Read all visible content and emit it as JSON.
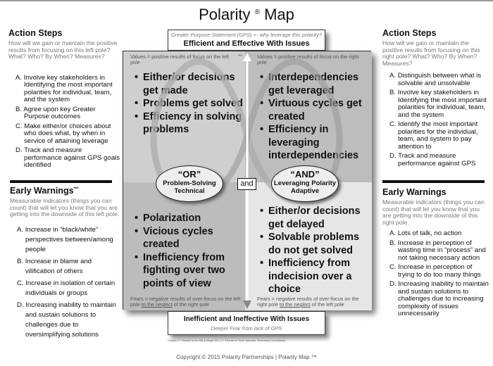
{
  "title": {
    "text": "Polarity",
    "reg": "®",
    "suffix": "Map"
  },
  "left": {
    "action": {
      "heading": "Action Steps",
      "sub": "How will we gain or maintain the positive results from focusing on this left pole? What? Who? By When? Measures?",
      "items": [
        "A. Involve key stakeholders in Identifying  the most important polarities for individual, team, and the system",
        "B. Agree upon key Greater Purpose outcomes",
        "C. Make either/or choices about who does what, by when in service of attaining leverage",
        "D. Track and measure performance against GPS goals identified"
      ]
    },
    "warnings": {
      "heading": "Early Warnings",
      "mark": "***",
      "sub": "Measurable indicators (things you can count) that will let you know that you are getting into the downside of this left pole.",
      "items": [
        "A. Increase in “black/white” perspectives between/among people",
        "B. Increase in blame and vilification of others",
        "C. Increase in isolation of certain individuals or groups",
        "D. Increasing inability to maintain and sustain solutions to challenges due to oversimplifying solutions"
      ]
    }
  },
  "right": {
    "action": {
      "heading": "Action Steps",
      "sub": "How will we gain or maintain the positive results from focusing on this right pole? What? Who? By When? Measures?",
      "items": [
        "A. Distinguish between what is solvable and unsolvable",
        "B. Involve key stakeholders in Identifying  the most important polarities for individual, team, and the system",
        "C. Identify the most important polarities for the individual, team, and system to pay attention to",
        "D. Track and measure performance against GPS"
      ]
    },
    "warnings": {
      "heading": "Early Warnings",
      "sub": "Measurable indicators (things you can count) that will let you know that you are getting into the downside of this right pole.",
      "items": [
        "A. Lots of talk, no action",
        "B. Increase in perception of wasting time in “process” and not taking necessary action",
        "C. Increase in perception of trying to do too many things",
        "D. Increasing inability to maintain and sustain solutions to challenges due to increasing complexity of issues unnecessarily"
      ]
    }
  },
  "map": {
    "gps": {
      "label": "Greater Purpose Statement (GPS) +- why leverage this polarity?",
      "text": "Efficient and Effective With Issues"
    },
    "fear": {
      "text": "Inefficient and Ineffective With Issues",
      "label": "Deeper Fear from lack of GPS"
    },
    "ul": {
      "values": "Values = positive results of focus on the left pole",
      "mark": "**",
      "items": [
        "Either/or decisions get made",
        "Problems get solved",
        "Efficiency in solving problems"
      ]
    },
    "ur": {
      "values": "Values = positive results of focus on the right pole",
      "items": [
        "Interdependencies get leveraged",
        "Virtuous cycles get created",
        "Efficiency in leveraging interdependencies"
      ]
    },
    "ll": {
      "fears_a": "Fears = negative results of over-focus on the left pole ",
      "fears_u": "to the neglect",
      "fears_b": " of the right pole",
      "items": [
        "Polarization",
        "Vicious cycles created",
        "Inefficiency from fighting over two points of view"
      ]
    },
    "lr": {
      "fears_a": "Fears = negative results of over-focus on the right pole ",
      "fears_u": "to the neglect",
      "fears_b": " of the left pole",
      "items": [
        "Either/or decisions get delayed",
        "Solvable problems do not get solved",
        "Inefficiency from indecision over a choice"
      ]
    },
    "or": {
      "big": "“OR”",
      "line1": "Problem-Solving",
      "line2": "Technical"
    },
    "and": {
      "big": "“AND”",
      "line1": "Leveraging Polarity",
      "line2": "Adaptive"
    },
    "conj": "and",
    "colors": {
      "ul": "#cfcfcf",
      "ur": "#bdbdbd",
      "ll": "#bcbcbc",
      "lr": "#e6e6e6"
    }
  },
  "footnote": "Center | ** Thanks to De Wit & Meyer BV | *** Thanks to Todd Johnson, Rivertown Consultants",
  "copyright": "Copyright © 2015 Polarity Partnerships | Polarity Map ™"
}
